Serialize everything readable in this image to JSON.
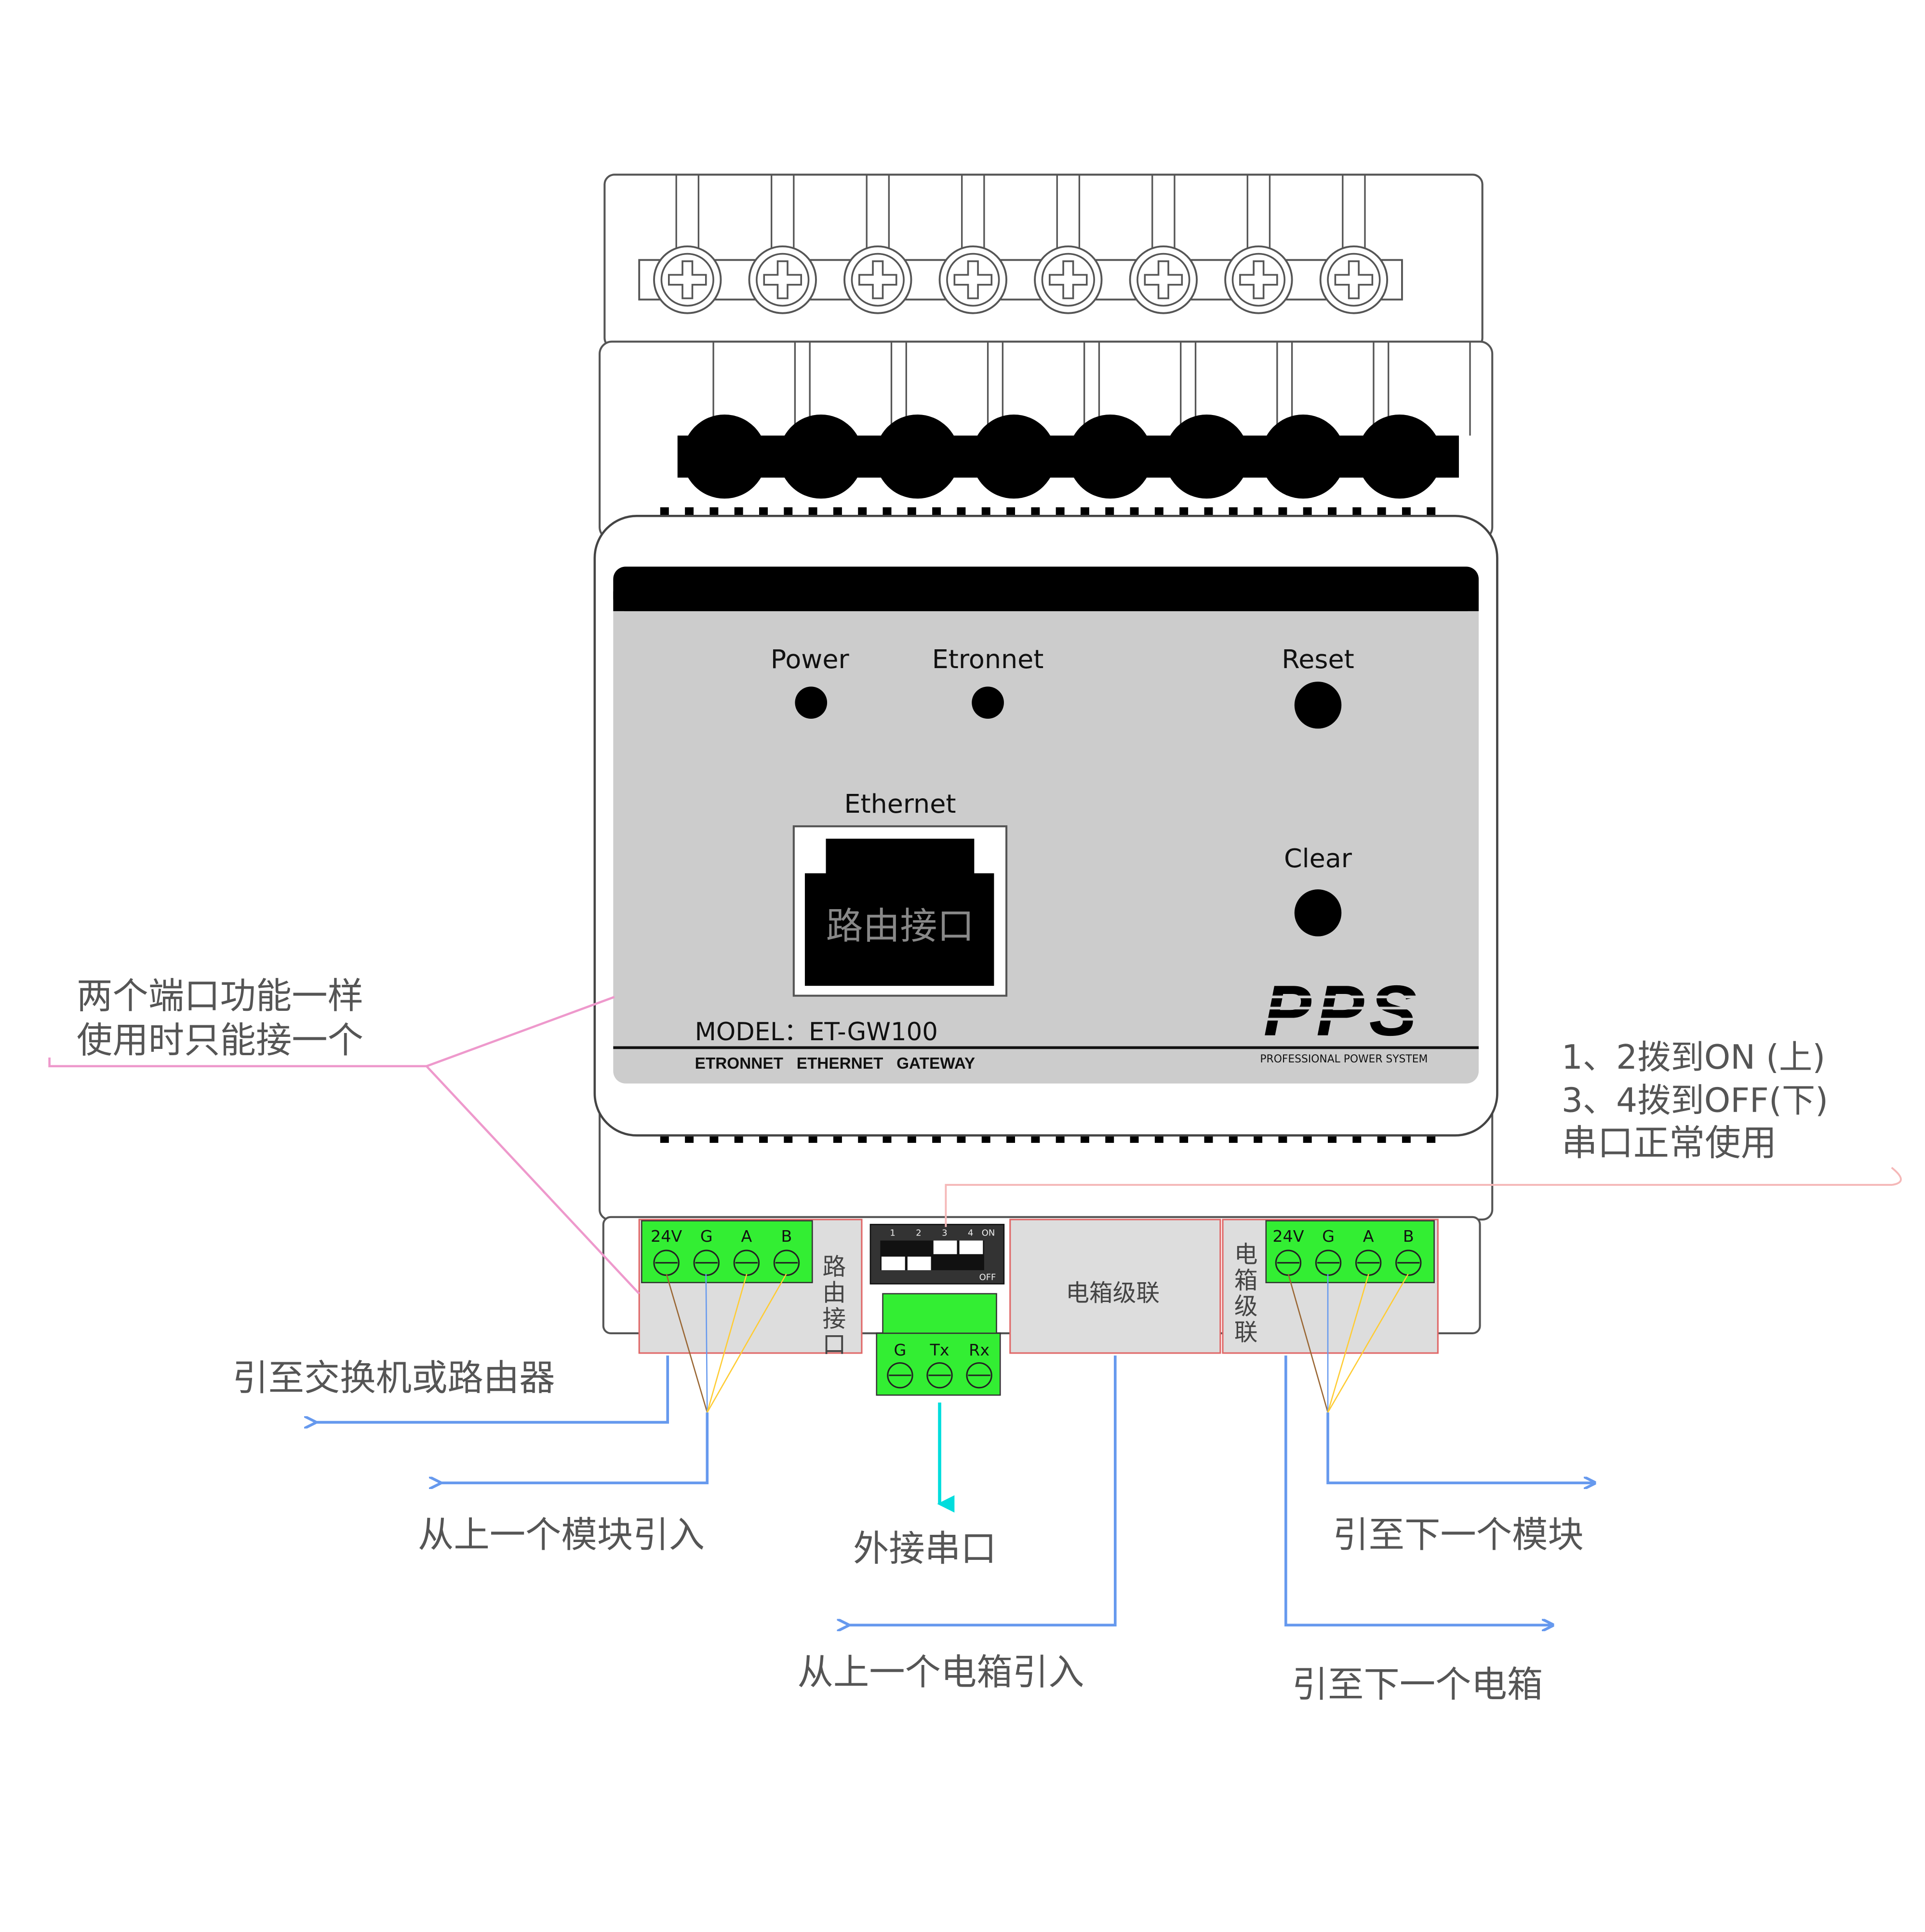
{
  "colors": {
    "panel_gray": "#cccccc",
    "terminal_green": "#33ee33",
    "pink": "#ee99cc",
    "blue": "#6699ee",
    "cyan": "#00dddd",
    "annotation_text": "#555555"
  },
  "device": {
    "panel": {
      "power_label": "Power",
      "etronnet_label": "Etronnet",
      "reset_label": "Reset",
      "ethernet_label": "Ethernet",
      "clear_label": "Clear",
      "rj45_label": "路由接口",
      "model_label": "MODEL：ET-GW100",
      "subtitle": "ETRONNET   ETHERNET   GATEWAY",
      "brand": "PPS",
      "brand_sub": "PROFESSIONAL POWER SYSTEM"
    },
    "bottom": {
      "left_terminal_pins": [
        "24V",
        "G",
        "A",
        "B"
      ],
      "left_side_label": "路由接口",
      "dip_numbers": [
        "1",
        "2",
        "3",
        "4"
      ],
      "dip_on": "ON",
      "dip_off": "OFF",
      "serial_pins": [
        "G",
        "Tx",
        "Rx"
      ],
      "middle_label": "电箱级联",
      "right_side_label": "电箱级联",
      "right_terminal_pins": [
        "24V",
        "G",
        "A",
        "B"
      ]
    }
  },
  "annotations": {
    "ports_note_line1": "两个端口功能一样",
    "ports_note_line2": "使用时只能接一个",
    "dip_note_line1": "1、2拨到ON (上)",
    "dip_note_line2": "3、4拨到OFF(下)",
    "dip_note_line3": "串口正常使用",
    "to_switch": "引至交换机或路由器",
    "from_prev_module": "从上一个模块引入",
    "external_serial": "外接串口",
    "from_prev_box": "从上一个电箱引入",
    "to_next_module": "引至下一个模块",
    "to_next_box": "引至下一个电箱"
  }
}
